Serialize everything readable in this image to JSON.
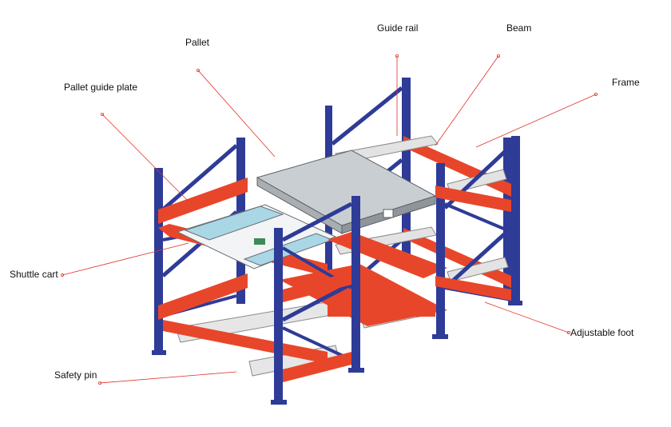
{
  "labels": {
    "pallet": "Pallet",
    "guide_rail": "Guide rail",
    "beam": "Beam",
    "frame": "Frame",
    "pallet_guide_plate": "Pallet guide plate",
    "shuttle_cart": "Shuttle cart",
    "adjustable_foot": "Adjustable foot",
    "safety_pin": "Safety pin"
  },
  "colors": {
    "upright": "#2e3b97",
    "beam": "#e8462a",
    "rail": "#d9d9d9",
    "pallet": "#c8cdd2",
    "shuttle": "#a9d7e6",
    "leader": "#e0302a"
  }
}
